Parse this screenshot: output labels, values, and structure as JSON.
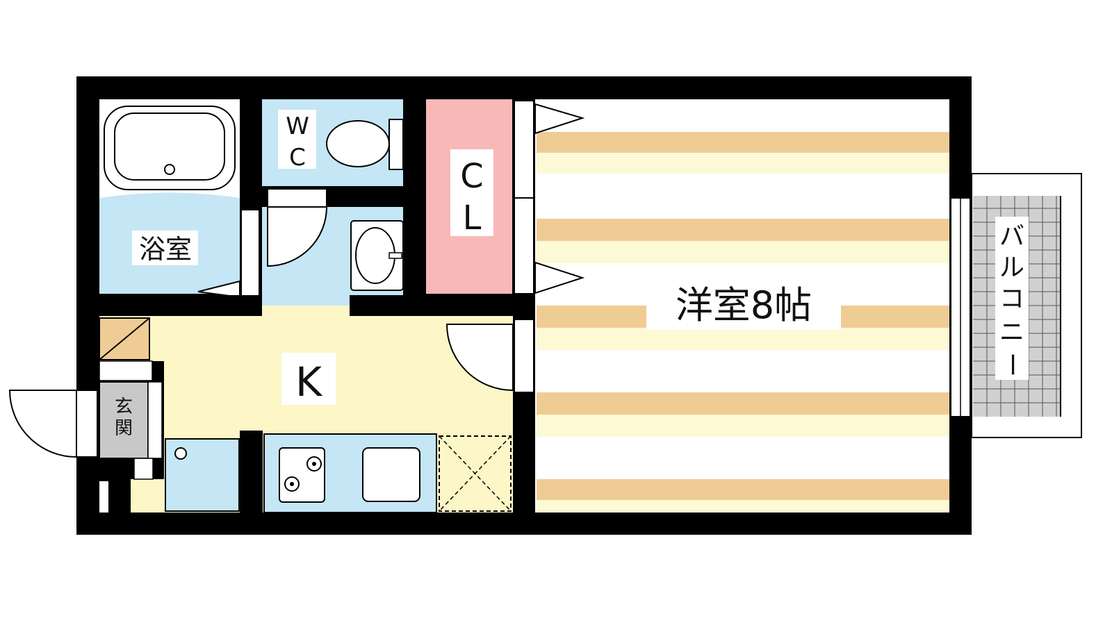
{
  "floorplan": {
    "rooms": {
      "bath": "浴室",
      "wc_top": "W",
      "wc_bottom": "C",
      "closet_top": "C",
      "closet_bottom": "L",
      "kitchen": "K",
      "entrance_top": "玄",
      "entrance_bottom": "関",
      "western_room": "洋室8帖",
      "balcony": [
        "バ",
        "ル",
        "コ",
        "ニ",
        "ー"
      ]
    },
    "colors": {
      "wall": "#000000",
      "bath_blue": "#c5e6f5",
      "kitchen_yellow": "#fdf7c7",
      "closet_pink": "#f8b8b8",
      "floor_stripe": "#f0cc95",
      "floor_stripe_light": "#fdf9d5",
      "entrance_gray": "#c8c8c8",
      "balcony_gray": "#d0d0d0",
      "shoebox": "#f0cc95"
    }
  }
}
